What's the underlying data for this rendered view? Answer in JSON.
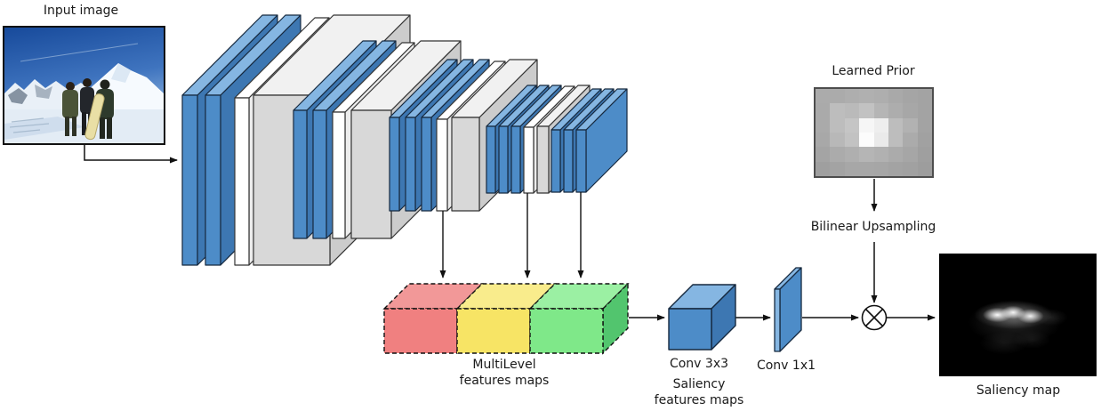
{
  "diagram": {
    "labels": {
      "input_image": "Input image",
      "learned_prior": "Learned Prior",
      "bilinear_upsampling": "Bilinear Upsampling",
      "multilevel_1": "MultiLevel",
      "multilevel_2": "features maps",
      "conv_3x3": "Conv 3x3",
      "saliency_features_1": "Saliency",
      "saliency_features_2": "features maps",
      "conv_1x1": "Conv 1x1",
      "saliency_map": "Saliency map"
    },
    "network": {
      "backbone_blocks": [
        {
          "conv_layers": 2,
          "pooling": true
        },
        {
          "conv_layers": 2,
          "pooling": true
        },
        {
          "conv_layers": 3,
          "pooling": true
        },
        {
          "conv_layers": 3,
          "pooling": true
        },
        {
          "conv_layers": 3,
          "pooling": false
        }
      ],
      "multilevel_segments": [
        "red",
        "yellow",
        "green"
      ],
      "multiply_operator": "circled-times"
    },
    "colors": {
      "conv_front": "#4d8cc8",
      "conv_top": "#85b6e2",
      "conv_side": "#3d77b2",
      "pool_front": "#ffffff",
      "pool_top": "#ffffff",
      "pool_side": "#ececec",
      "fmap_front": "#d8d8d8",
      "fmap_top": "#f1f1f1",
      "fmap_side": "#cccccc",
      "seg_red_front": "#f08080",
      "seg_red_top": "#f29898",
      "seg_yellow_front": "#f7e465",
      "seg_yellow_top": "#f9ec8c",
      "seg_green_front": "#7fe889",
      "seg_green_top": "#9bf0a3",
      "seg_green_side": "#52c56e"
    },
    "learned_prior": {
      "pixels": [
        [
          "#ababab",
          "#ababab",
          "#aeaeae",
          "#b0b0b0",
          "#aeaeae",
          "#a9a9a9",
          "#a5a5a5",
          "#a3a3a3"
        ],
        [
          "#aaaaaa",
          "#bdbdbd",
          "#bababa",
          "#c2c2c2",
          "#b5b5b5",
          "#adadad",
          "#a7a7a7",
          "#a3a3a3"
        ],
        [
          "#aaaaaa",
          "#bdbdbd",
          "#c5c5c5",
          "#f6f6f6",
          "#eeeeee",
          "#bdbdbd",
          "#b2b2b2",
          "#a3a3a3"
        ],
        [
          "#a8a8a8",
          "#b8b8b8",
          "#c2c2c2",
          "#fcfcfc",
          "#eaeaea",
          "#bdbdbd",
          "#ababab",
          "#a1a1a1"
        ],
        [
          "#a4a4a4",
          "#ababab",
          "#afafaf",
          "#b5b5b5",
          "#b1b1b1",
          "#ababab",
          "#a6a6a6",
          "#9f9f9f"
        ],
        [
          "#9f9f9f",
          "#a3a3a3",
          "#a7a7a7",
          "#a7a7a7",
          "#a6a6a6",
          "#a3a3a3",
          "#a1a1a1",
          "#9d9d9d"
        ]
      ]
    }
  }
}
